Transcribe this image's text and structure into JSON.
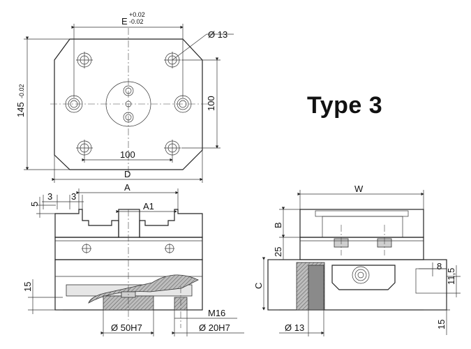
{
  "title": "Type 3",
  "top_view": {
    "e_label": "E",
    "e_tol_upper": "+0.02",
    "e_tol_lower": "-0.02",
    "hole_dia": "Ø 13",
    "height_label": "145",
    "height_tol": "-0.02",
    "spacing_v": "100",
    "spacing_h": "100",
    "d_label": "D"
  },
  "front_view": {
    "a_label": "A",
    "a1_label": "A1",
    "dim_3_left": "3",
    "dim_3_right": "3",
    "dim_5": "5",
    "dim_15": "15",
    "m16": "M16",
    "dia_50": "Ø 50H7",
    "dia_20": "Ø 20H7"
  },
  "side_view": {
    "w_label": "W",
    "b_label": "B",
    "dim_25": "25",
    "c_label": "C",
    "dim_8": "8",
    "dim_11_5": "11,5",
    "dim_15": "15",
    "dia_13": "Ø 13"
  }
}
